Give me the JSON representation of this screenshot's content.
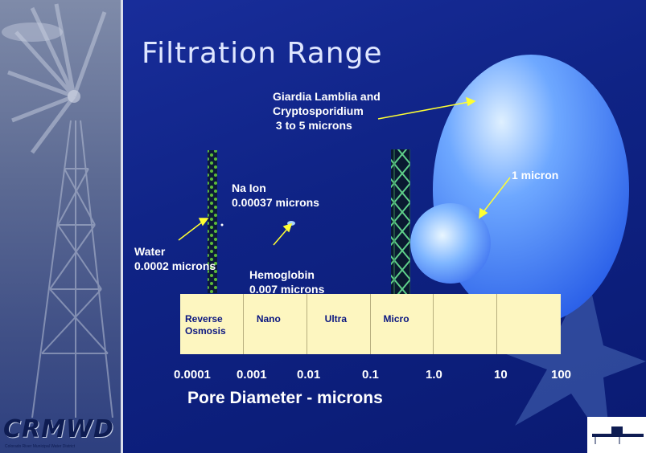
{
  "title": "Filtration Range",
  "logo": {
    "text": "CRMWD",
    "subtitle": "Colorado River Municipal Water District"
  },
  "labels": {
    "giardia": "Giardia Lamblia and\nCryptosporidium\n 3 to 5 microns",
    "one_micron": "1 micron",
    "na_ion": "Na Ion\n0.00037 microns",
    "water": "Water\n0.0002 microns",
    "hemoglobin": "Hemoglobin\n0.007 microns"
  },
  "table": {
    "cells": [
      "Reverse\nOsmosis",
      "Nano",
      "Ultra",
      "Micro",
      "",
      ""
    ]
  },
  "axis": {
    "ticks": [
      "0.0001",
      "0.001",
      "0.01",
      "0.1",
      "1.0",
      "10",
      "100"
    ],
    "title": "Pore Diameter - microns"
  },
  "colors": {
    "background": "#0f2385",
    "table": "#fdf6c0",
    "text": "#ffffff",
    "cell_text": "#0a1680",
    "arrow": "#ffff33"
  }
}
